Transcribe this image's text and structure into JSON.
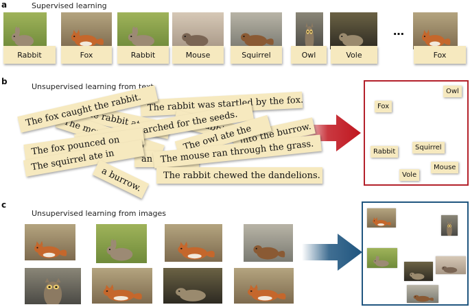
{
  "panel_a": {
    "letter": "a",
    "title": "Supervised learning",
    "ellipsis": "…",
    "items": [
      {
        "label": "Rabbit",
        "animal": "rabbit"
      },
      {
        "label": "Fox",
        "animal": "fox"
      },
      {
        "label": "Rabbit",
        "animal": "rabbit"
      },
      {
        "label": "Mouse",
        "animal": "mouse"
      },
      {
        "label": "Squirrel",
        "animal": "squirrel"
      },
      {
        "label": "Owl",
        "animal": "owl"
      },
      {
        "label": "Vole",
        "animal": "vole"
      },
      {
        "label": "Fox",
        "animal": "fox"
      }
    ]
  },
  "panel_b": {
    "letter": "b",
    "title": "Unsupervised learning from text",
    "sentences": [
      "The rabbit was startled by the fox.",
      "The rabbit ate the",
      "The mouse ate the",
      "The rabbit",
      "The fox caught the rabbit.",
      "The mouse searched for the seeds.",
      "into the burrow.",
      "The fox pounced on",
      "an acorn.",
      "The owl ate the",
      "The mouse ran through the grass.",
      "The squirrel ate in",
      "a burrow.",
      "The rabbit chewed the dandelions."
    ],
    "arrow_color": "#c0161f",
    "box_color": "#b3202a",
    "clusters": [
      "Owl",
      "Fox",
      "Rabbit",
      "Squirrel",
      "Mouse",
      "Vole"
    ]
  },
  "panel_c": {
    "letter": "c",
    "title": "Unsupervised learning from images",
    "photos": [
      "fox",
      "rabbit",
      "fox",
      "squirrel",
      "owl",
      "fox",
      "vole",
      "fox"
    ],
    "arrow_color": "#1f557f",
    "box_color": "#1f557f",
    "thumbs": [
      "fox",
      "owl",
      "rabbit",
      "vole",
      "mouse",
      "squirrel"
    ]
  }
}
